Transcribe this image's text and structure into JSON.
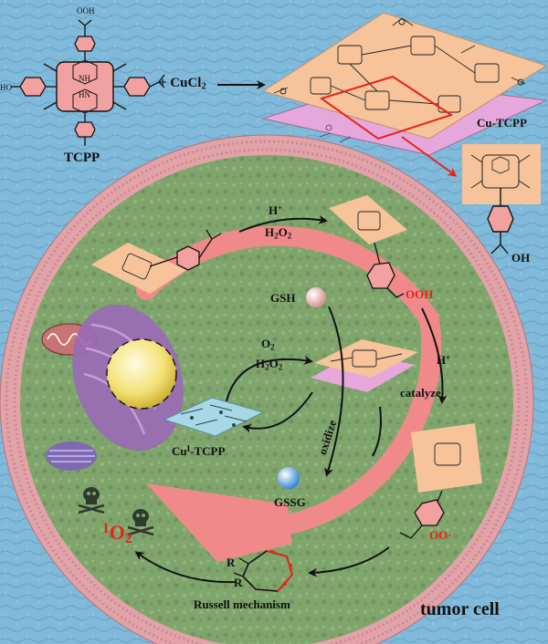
{
  "labels": {
    "tcpp": "TCPP",
    "cucl2": "+ CuCl",
    "cucl2_sub": "2",
    "cu_tcpp": "Cu-TCPP",
    "h_plus_top": "H",
    "h_plus_top_sup": "+",
    "h2o2_top": "H",
    "h2o2_top_sub": "2",
    "h2o2_top_o": "O",
    "h2o2_top_sub2": "2",
    "gsh": "GSH",
    "o2": "O",
    "o2_sub": "2",
    "h2o2_mid": "H",
    "h2o2_mid_sub": "2",
    "h2o2_mid_o": "O",
    "h2o2_mid_sub2": "2",
    "h_plus_right": "H",
    "h_plus_right_sup": "+",
    "catalyze": "catalyze",
    "cu1_tcpp_a": "Cu",
    "cu1_tcpp_sup": "I",
    "cu1_tcpp_b": "-TCPP",
    "oxidize": "oxidize",
    "gssg": "GSSG",
    "singlet_sup": "1",
    "singlet_o": "O",
    "singlet_sub": "2",
    "russell": "Russell mechanism",
    "tumor_cell": "tumor cell",
    "ooh": "OOH",
    "oo_radical": "OO·",
    "oh_small": "OH",
    "r_upper": "R",
    "r_lower": "R",
    "ho_left": "HO",
    "hooc_top": "OOH",
    "nh_top": "NH",
    "hn_bottom": "HN"
  },
  "colors": {
    "background": "#7fb8d8",
    "membrane": "#e2a3a8",
    "cytoplasm": "#7ea36a",
    "sheet_orange": "#f6c39a",
    "sheet_pink": "#e6a8dc",
    "accent_red": "#e8231a",
    "mof_blue": "#a8d8e6"
  }
}
